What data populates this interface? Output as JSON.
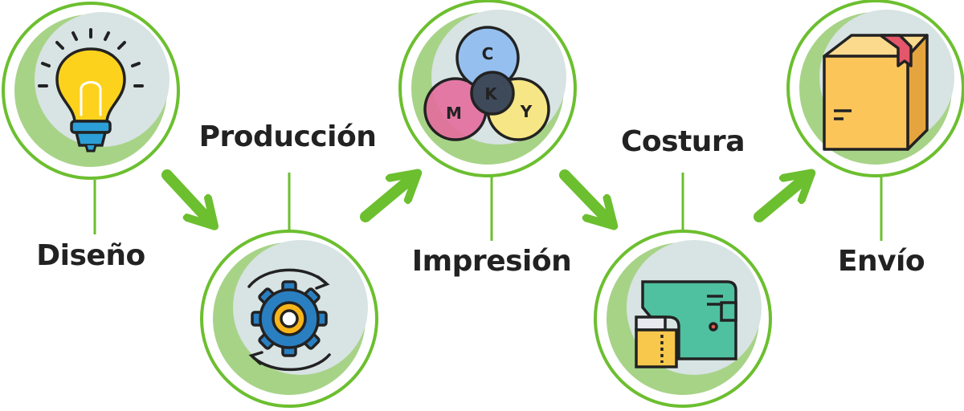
{
  "steps": [
    {
      "label": "Diseño",
      "icon": "lightbulb-icon"
    },
    {
      "label": "Producción",
      "icon": "gear-cycle-icon"
    },
    {
      "label": "Impresión",
      "icon": "cmyk-venn-icon",
      "venn": [
        "C",
        "M",
        "Y",
        "K"
      ]
    },
    {
      "label": "Costura",
      "icon": "sewing-machine-icon"
    },
    {
      "label": "Envío",
      "icon": "box-icon"
    }
  ],
  "colors": {
    "ring": "#6cbf2f",
    "arrow": "#6cbf2f",
    "disc": "#d8e3e3",
    "crescent": "#a7d387",
    "text": "#222222"
  }
}
